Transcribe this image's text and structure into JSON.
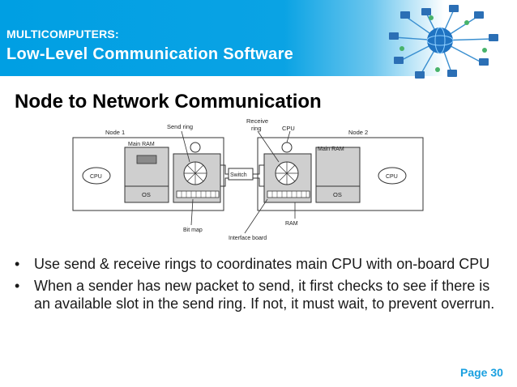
{
  "header": {
    "subtitle": "MULTICOMPUTERS:",
    "title": "Low-Level Communication Software"
  },
  "slide_title": "Node to Network Communication",
  "diagram": {
    "labels": {
      "node1": "Node 1",
      "node2": "Node 2",
      "send_ring": "Send ring",
      "receive_ring_1": "Receive",
      "receive_ring_2": "ring",
      "cpu_top": "CPU",
      "main_ram_1": "Main RAM",
      "main_ram_2": "Main RAM",
      "cpu_left": "CPU",
      "cpu_right": "CPU",
      "os_left": "OS",
      "os_right": "OS",
      "switch": "Switch",
      "ram": "RAM",
      "bit_map": "Bit map",
      "interface_board": "Interface board"
    }
  },
  "bullets": [
    {
      "marker": "•",
      "text": "Use send & receive rings to coordinates main CPU with on-board CPU"
    },
    {
      "marker": "•",
      "text": "When a sender has new packet to send, it first checks to see if there is an available slot in  the send ring. If not, it must wait, to prevent overrun."
    }
  ],
  "page_number": "Page 30",
  "colors": {
    "header_blue": "#009fe3",
    "page_number": "#1aa0e0"
  }
}
